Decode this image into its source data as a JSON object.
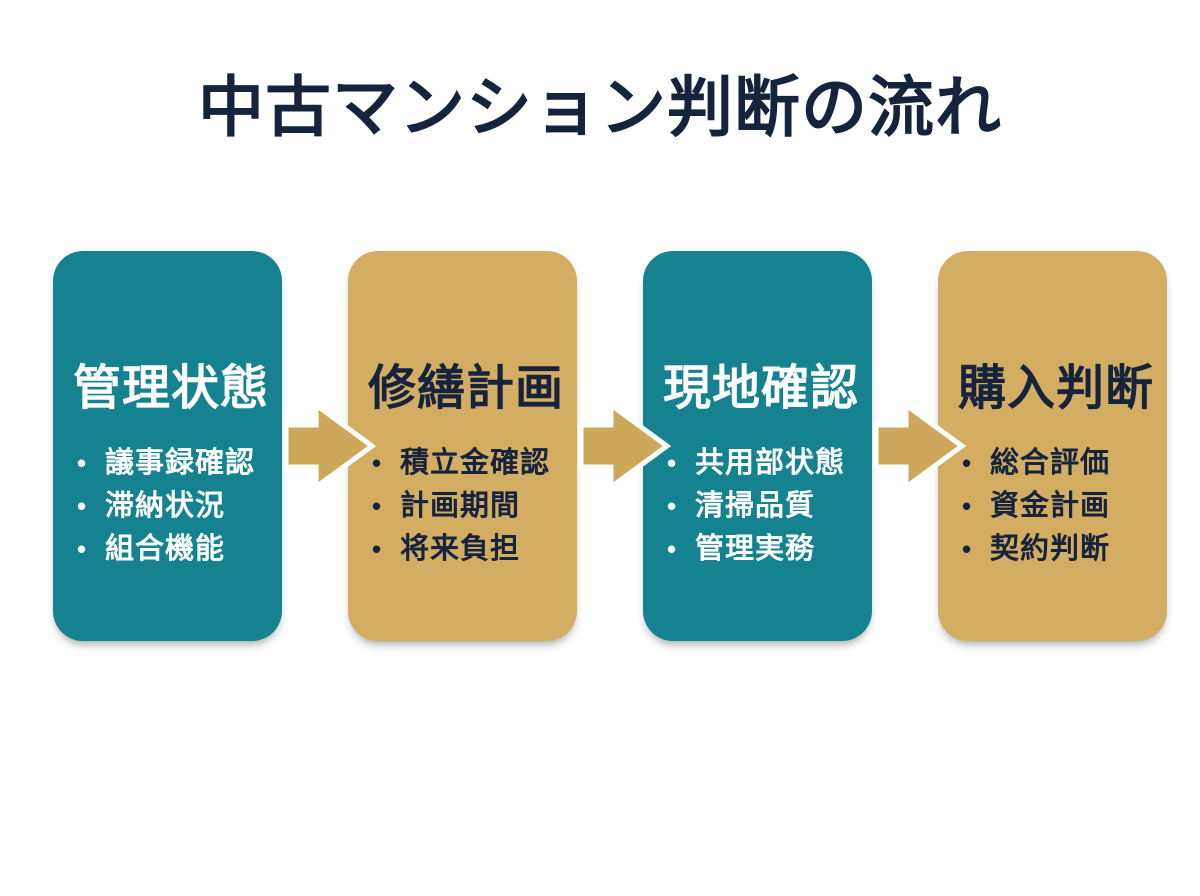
{
  "title": "中古マンション判断の流れ",
  "bullet_marker": "•",
  "colors": {
    "teal": "#14838f",
    "gold": "#d2ad62",
    "arrow_gold": "#cda85a",
    "navy": "#15233c",
    "white": "#ffffff",
    "background": "#ffffff"
  },
  "steps": [
    {
      "label": "管理状態",
      "theme": "teal",
      "items": [
        "議事録確認",
        "滞納状況",
        "組合機能"
      ]
    },
    {
      "label": "修繕計画",
      "theme": "gold",
      "items": [
        "積立金確認",
        "計画期間",
        "将来負担"
      ]
    },
    {
      "label": "現地確認",
      "theme": "teal",
      "items": [
        "共用部状態",
        "清掃品質",
        "管理実務"
      ]
    },
    {
      "label": "購入判断",
      "theme": "gold",
      "items": [
        "総合評価",
        "資金計画",
        "契約判断"
      ]
    }
  ]
}
